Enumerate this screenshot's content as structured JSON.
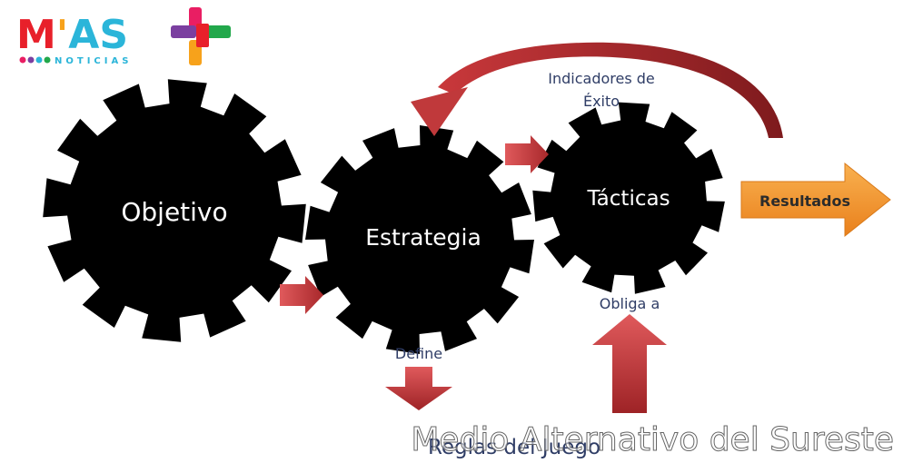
{
  "logo": {
    "main_text": "M'AS",
    "sub_text": "NOTICIAS",
    "colors": {
      "m": "#e8202a",
      "apostrophe": "#f7a21b",
      "as": "#2bb5d9",
      "cross_top": "#e91e63",
      "cross_left": "#7b3fa0",
      "cross_right": "#22a84b",
      "cross_bottom": "#f7a21b",
      "dots": [
        "#e91e63",
        "#7b3fa0",
        "#2bb5d9",
        "#22a84b"
      ]
    }
  },
  "diagram": {
    "gears": {
      "objetivo": "Objetivo",
      "estrategia": "Estrategia",
      "tacticas": "Tácticas"
    },
    "labels": {
      "indicadores_line1": "Indicadores de",
      "indicadores_line2": "Éxito",
      "obliga": "Obliga a",
      "define": "Define",
      "reglas": "Reglas del Juego"
    },
    "resultados": "Resultados",
    "colors": {
      "gear": "#000000",
      "arrow_red": "#c0393b",
      "arrow_red_dark": "#8e1f22",
      "resultados_fill": "#f5902a",
      "label_text": "#2f3d66"
    }
  },
  "watermark": "Medio Alternativo del Sureste"
}
